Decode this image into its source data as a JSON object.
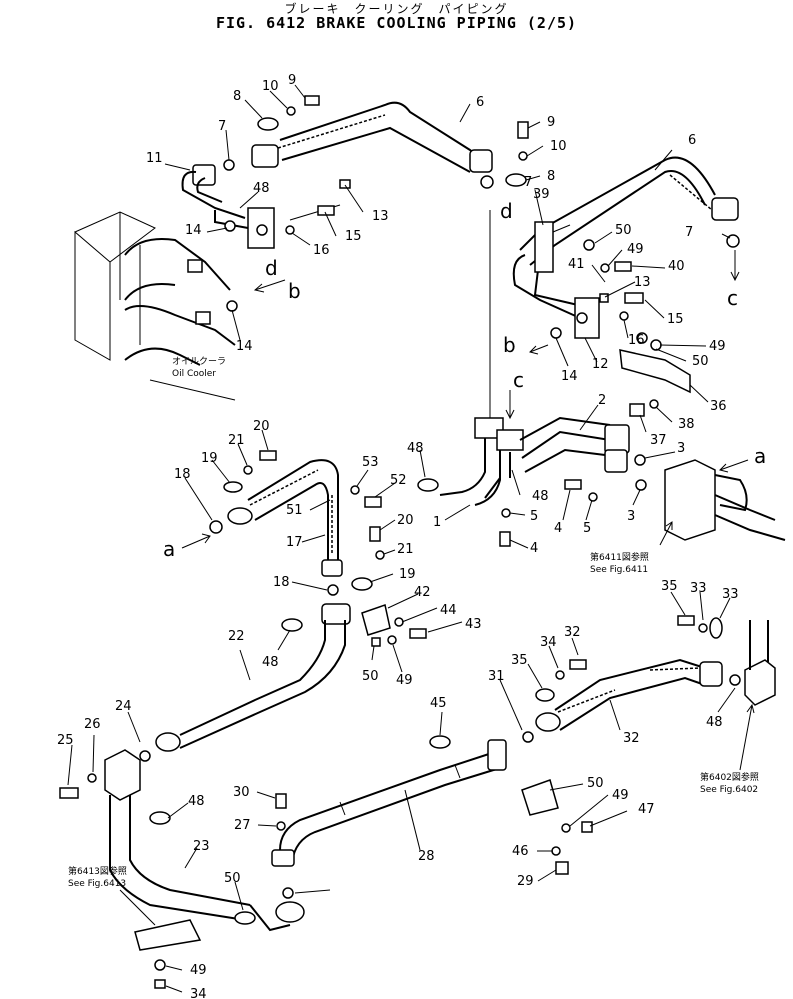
{
  "header": {
    "jp_title": "ブレーキ　クーリング　パイピング",
    "en_title": "FIG. 6412  BRAKE COOLING PIPING (2/5)"
  },
  "notes": {
    "oil_cooler_jp": "オイルクーラ",
    "oil_cooler_en": "Oil Cooler",
    "see6411_jp": "第6411図参照",
    "see6411_en": "See Fig.6411",
    "see6402_jp": "第6402図参照",
    "see6402_en": "See Fig.6402",
    "see6413_jp": "第6413図参照",
    "see6413_en": "See Fig.6413"
  },
  "letters": [
    "d",
    "b",
    "b",
    "d",
    "c",
    "c",
    "a",
    "a"
  ],
  "part_numbers": [
    "9",
    "10",
    "8",
    "6",
    "7",
    "11",
    "48",
    "13",
    "15",
    "16",
    "14",
    "14",
    "9",
    "10",
    "8",
    "7",
    "39",
    "50",
    "49",
    "41",
    "40",
    "13",
    "6",
    "7",
    "15",
    "16",
    "49",
    "50",
    "12",
    "14",
    "36",
    "20",
    "21",
    "19",
    "18",
    "53",
    "52",
    "51",
    "17",
    "20",
    "21",
    "19",
    "18",
    "48",
    "2",
    "3",
    "3",
    "48",
    "1",
    "5",
    "4",
    "5",
    "4",
    "37",
    "38",
    "42",
    "44",
    "43",
    "50",
    "49",
    "22",
    "48",
    "24",
    "25",
    "26",
    "23",
    "48",
    "50",
    "49",
    "34",
    "35",
    "33",
    "33",
    "35",
    "34",
    "32",
    "31",
    "32",
    "48",
    "45",
    "50",
    "49",
    "47",
    "46",
    "29",
    "30",
    "27",
    "28"
  ]
}
